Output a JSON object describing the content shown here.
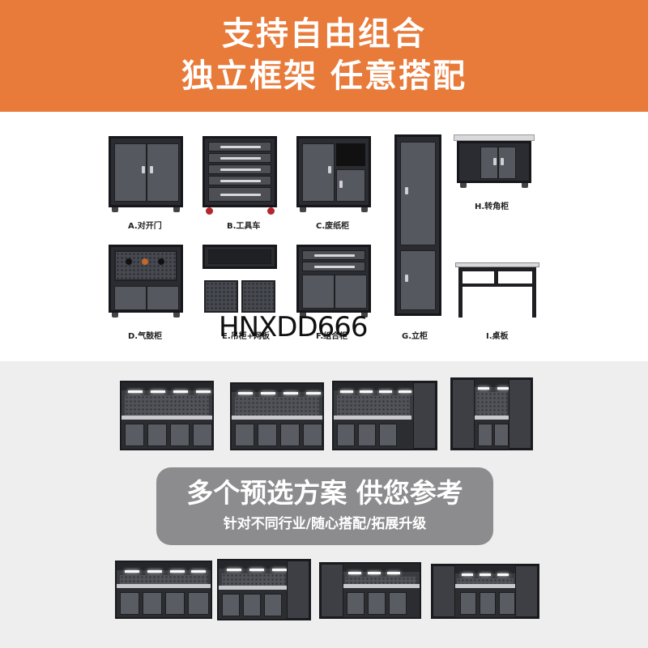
{
  "banner": {
    "line1": "支持自由组合",
    "line2": "独立框架 任意搭配",
    "color": "#e87a3a"
  },
  "products": [
    {
      "label": "A.对开门"
    },
    {
      "label": "B.工具车"
    },
    {
      "label": "C.废纸柜"
    },
    {
      "label": "D.气鼓柜"
    },
    {
      "label": "E.吊柜+网板"
    },
    {
      "label": "F.组合柜"
    },
    {
      "label": "G.立柜"
    },
    {
      "label": "H.转角柜"
    },
    {
      "label": "I.桌板"
    }
  ],
  "watermark": "HNXDD666",
  "promo": {
    "title": "多个预选方案 供您参考",
    "subtitle": "针对不同行业/随心搭配/拓展升级"
  },
  "colors": {
    "cabinet_dark": "#2b2c31",
    "cabinet_door": "#56585f",
    "promo_bg": "#8c8c8e",
    "lower_bg": "#eeeeef"
  }
}
